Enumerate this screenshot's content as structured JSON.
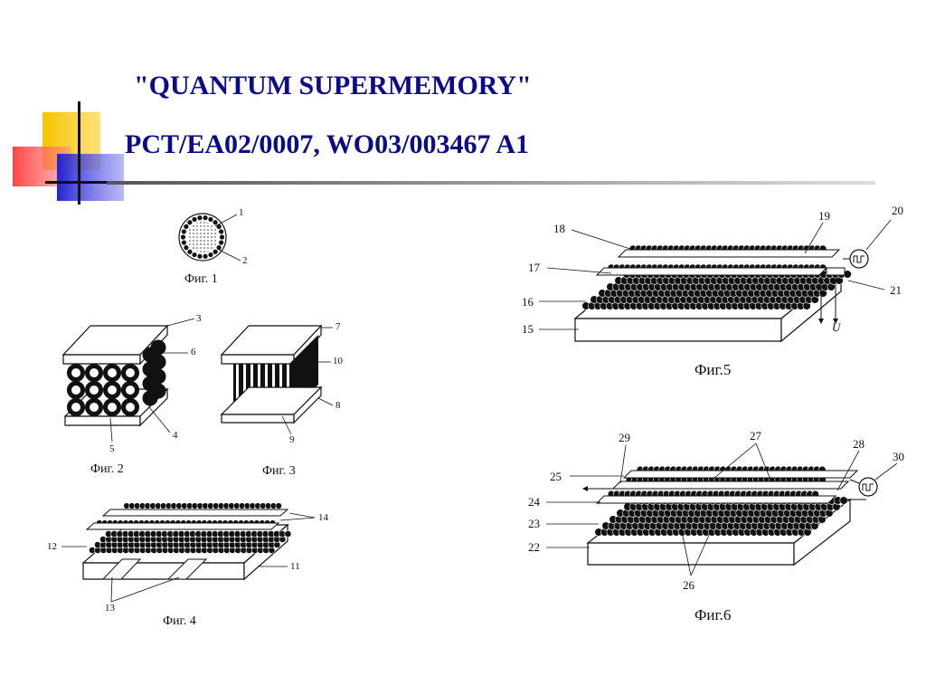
{
  "slide": {
    "title": "\"QUANTUM SUPERMEMORY\"",
    "subtitle": "PCT/EA02/0007,  WO03/003467 A1"
  },
  "colors": {
    "title": "#0a0a8c",
    "deco_yellow": "#f5c400",
    "deco_red": "#ff4a4a",
    "deco_blue": "#2a2ad8",
    "rule": "#888888"
  },
  "figures": [
    {
      "caption": "Фиг. 1",
      "labels": [
        "1",
        "2"
      ]
    },
    {
      "caption": "Фиг. 2",
      "labels": [
        "3",
        "6",
        "4",
        "5"
      ]
    },
    {
      "caption": "Фиг. 3",
      "labels": [
        "7",
        "10",
        "8",
        "9"
      ]
    },
    {
      "caption": "Фиг. 4",
      "labels": [
        "14",
        "12",
        "11",
        "13"
      ]
    },
    {
      "caption": "Фиг.5",
      "labels": [
        "18",
        "19",
        "20",
        "17",
        "21",
        "16",
        "15"
      ],
      "voltage_label": "U"
    },
    {
      "caption": "Фиг.6",
      "labels": [
        "29",
        "27",
        "28",
        "30",
        "25",
        "24",
        "23",
        "22",
        "26"
      ]
    }
  ]
}
